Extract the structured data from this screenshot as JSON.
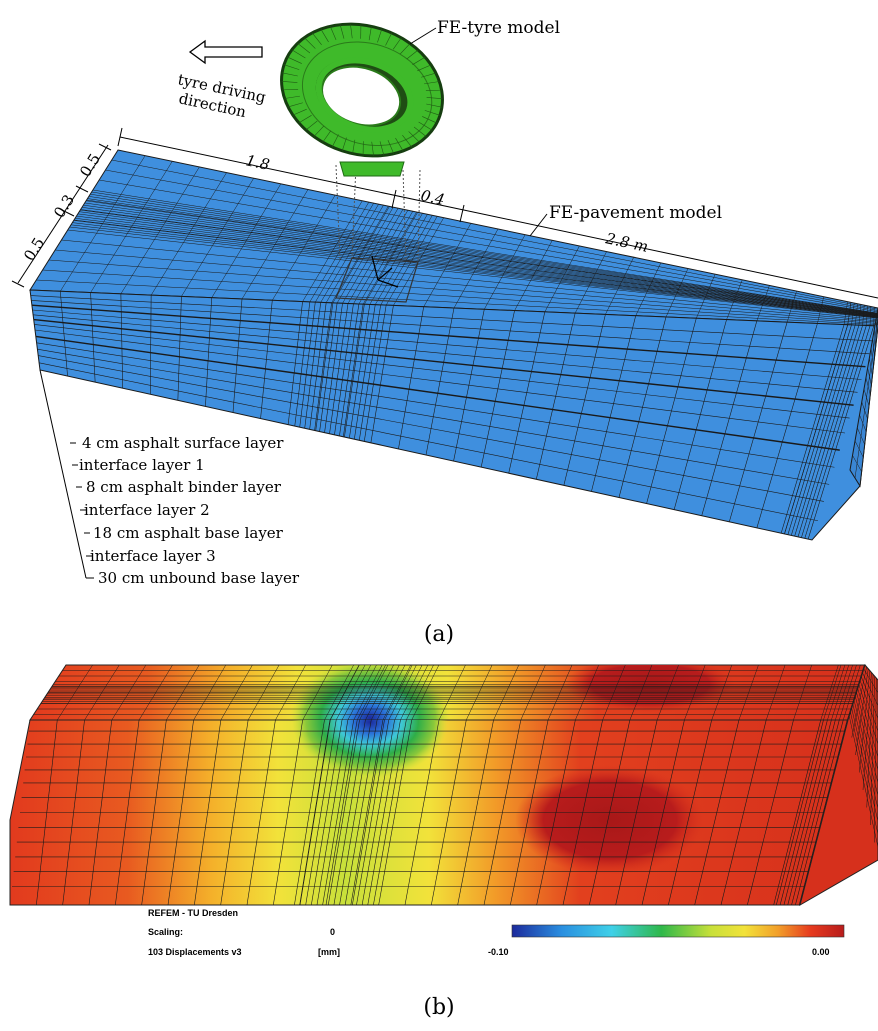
{
  "figure_a": {
    "tyre_label": "FE-tyre model",
    "driving_direction": [
      "tyre driving",
      "direction"
    ],
    "pavement_label": "FE-pavement model",
    "dims": {
      "d18": "1.8",
      "d04": "0.4",
      "d28": "2.8 m",
      "w05a": "0.5",
      "w03": "0.3",
      "w05b": "0.5"
    },
    "layers": [
      "4 cm asphalt surface layer",
      "interface layer 1",
      "8 cm asphalt binder layer",
      "interface layer 2",
      "18 cm asphalt base layer",
      "interface layer 3",
      "30 cm unbound base layer"
    ],
    "caption": "(a)",
    "colors": {
      "mesh": "#3f8fde",
      "tyre": "#3fba2a"
    }
  },
  "figure_b": {
    "software": "REFEM - TU Dresden",
    "scaling_label": "Scaling:",
    "scaling_value": "0",
    "result_label": "103 Displacements v3",
    "unit": "[mm]",
    "scale_min": "-0.10",
    "scale_max": "0.00",
    "caption": "(b)",
    "colormap": [
      "#1c2a9c",
      "#2a8fe0",
      "#3fd0e8",
      "#2fb84a",
      "#c8e03a",
      "#f2e23a",
      "#f2a02a",
      "#e63a1e",
      "#b81c1c"
    ]
  }
}
